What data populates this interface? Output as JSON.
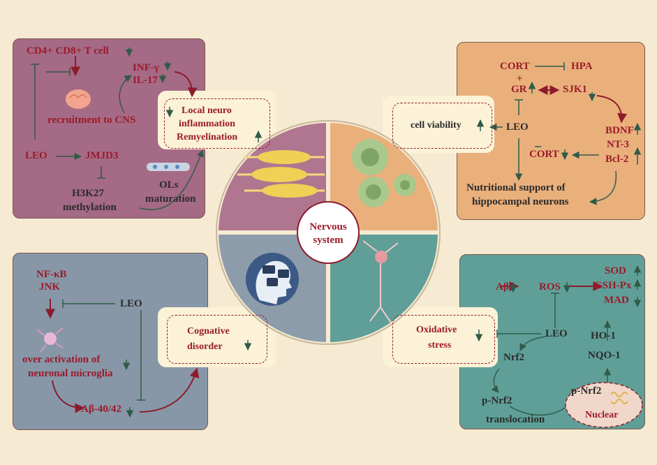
{
  "colors": {
    "background": "#f6ead3",
    "neuro_panel": "#a56a85",
    "cell_panel": "#eab07c",
    "cog_panel": "#8797a7",
    "ox_panel": "#5f9f98",
    "label_red": "#9b1a2a",
    "arrow_green": "#2f5b48"
  },
  "center": {
    "label_line1": "Nervous",
    "label_line2": "system"
  },
  "neuroinflammation": {
    "tcell": "CD4+ CD8+ T cell",
    "inf": "INF-γ",
    "il": "IL-17",
    "recruit": "recruitment to CNS",
    "leo": "LEO",
    "jmjd3": "JMJD3",
    "h3k27": "H3K27",
    "methylation": "methylation",
    "ols": "OLs",
    "maturation": "maturation",
    "box_line1": "Local neuro",
    "box_line2": "inflammation",
    "box_line3": "Remyelination"
  },
  "cell_viability": {
    "cort_top": "CORT",
    "plus": "+",
    "hpa": "HPA",
    "gr": "GR",
    "sjk1": "SJK1",
    "leo": "LEO",
    "bdnf": "BDNF",
    "nt3": "NT-3",
    "bcl2": "Bcl-2",
    "cort_mid": "CORT",
    "nutrition_line1": "Nutritional support of",
    "nutrition_line2": "hippocampal neurons",
    "box_label": "cell viability"
  },
  "cognitive": {
    "nfkb": "NF-κB",
    "jnk": "JNK",
    "leo": "LEO",
    "over_line1": "over activation of",
    "over_line2": "neuronal microglia",
    "abeta": "Aβ-40/42",
    "box_line1": "Cognative",
    "box_line2": "disorder"
  },
  "oxidative": {
    "abeta": "Aβ",
    "ros": "ROS",
    "sod": "SOD",
    "gsh": "GSH-Px",
    "mad": "MAD",
    "leo": "LEO",
    "nrf2": "Nrf2",
    "ho1": "HO-1",
    "nqo1": "NQO-1",
    "pnrf2": "p-Nrf2",
    "pnrf2_nuc": "p-Nrf2",
    "translocation": "translocation",
    "nuclear": "Nuclear",
    "box_line1": "Oxidative",
    "box_line2": "stress"
  }
}
